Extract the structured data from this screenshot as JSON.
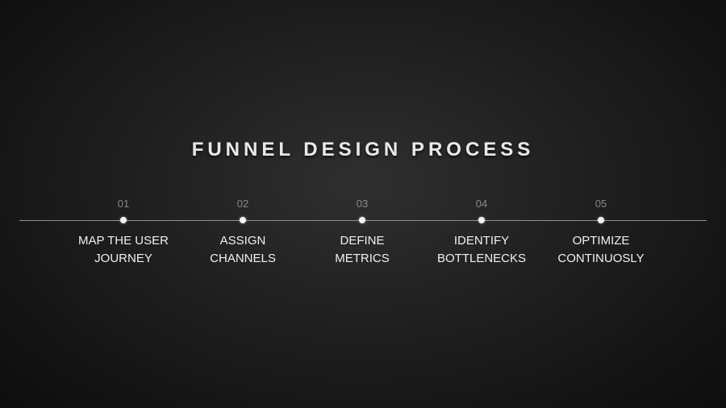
{
  "title": "FUNNEL DESIGN PROCESS",
  "steps": [
    {
      "number": "01",
      "label": "MAP THE USER\nJOURNEY"
    },
    {
      "number": "02",
      "label": "ASSIGN\nCHANNELS"
    },
    {
      "number": "03",
      "label": "DEFINE\nMETRICS"
    },
    {
      "number": "04",
      "label": "IDENTIFY\nBOTTLENECKS"
    },
    {
      "number": "05",
      "label": "OPTIMIZE\nCONTINUOSLY"
    }
  ]
}
